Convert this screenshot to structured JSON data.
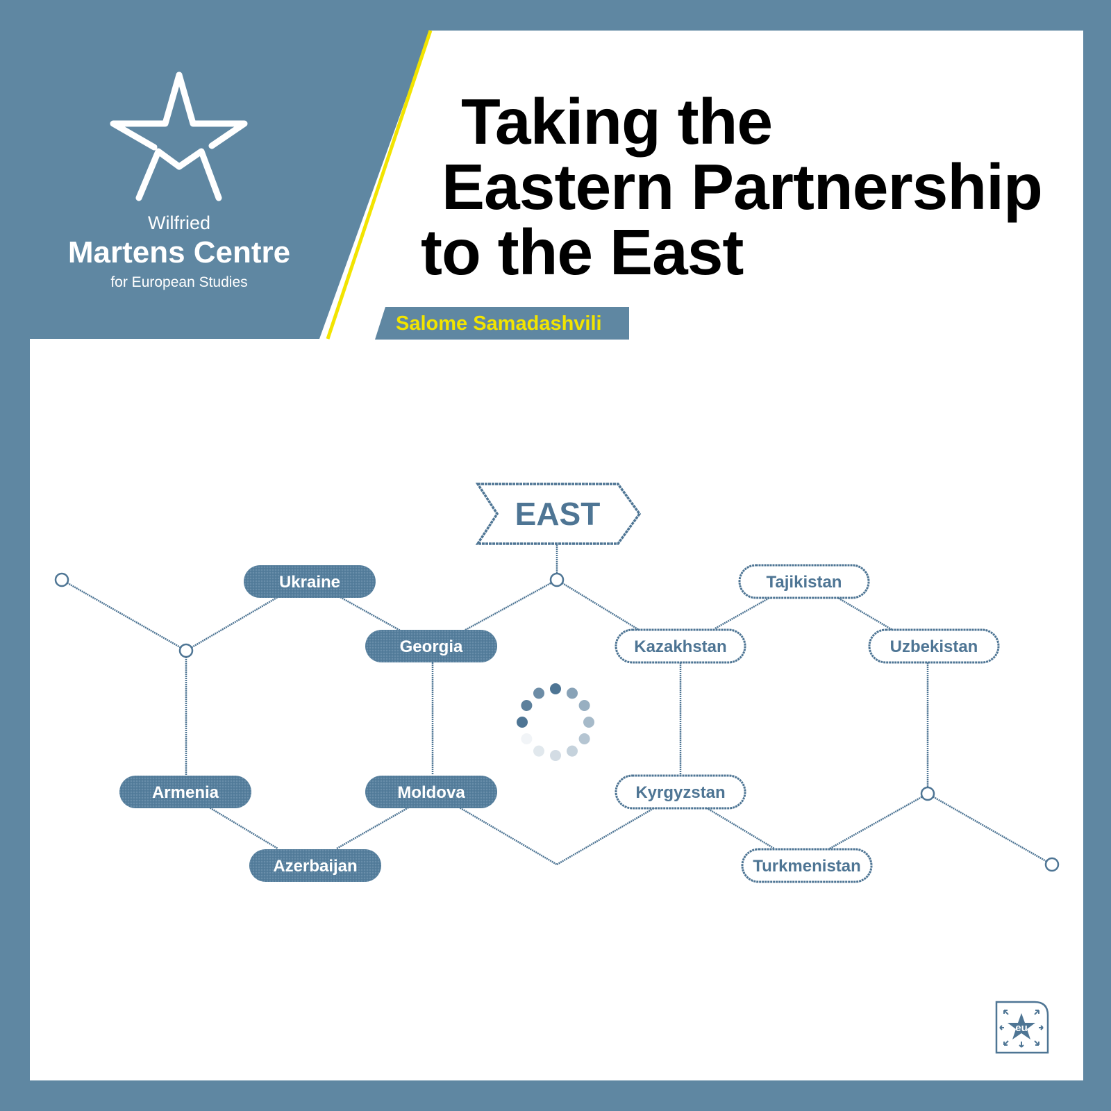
{
  "colors": {
    "frame": "#5f87a2",
    "panel": "#ffffff",
    "accent_yellow": "#f2e400",
    "network": "#4e7594",
    "title": "#000000"
  },
  "logo": {
    "icon": "star-m-icon",
    "line1": "Wilfried",
    "line2": "Martens Centre",
    "line3": "for European Studies"
  },
  "title": {
    "line1": "Taking the",
    "line2": "Eastern Partnership",
    "line3": "to the East"
  },
  "author": "Salome Samadashvili",
  "diagram": {
    "sign": "EAST",
    "partnership_countries": [
      "Ukraine",
      "Georgia",
      "Armenia",
      "Moldova",
      "Azerbaijan"
    ],
    "central_asia_countries": [
      "Tajikistan",
      "Kazakhstan",
      "Uzbekistan",
      "Kyrgyzstan",
      "Turkmenistan"
    ],
    "loading_icon": "loading-spinner-icon"
  },
  "badge": {
    "icon": "eu-star-arrows-icon",
    "text": "eu"
  }
}
